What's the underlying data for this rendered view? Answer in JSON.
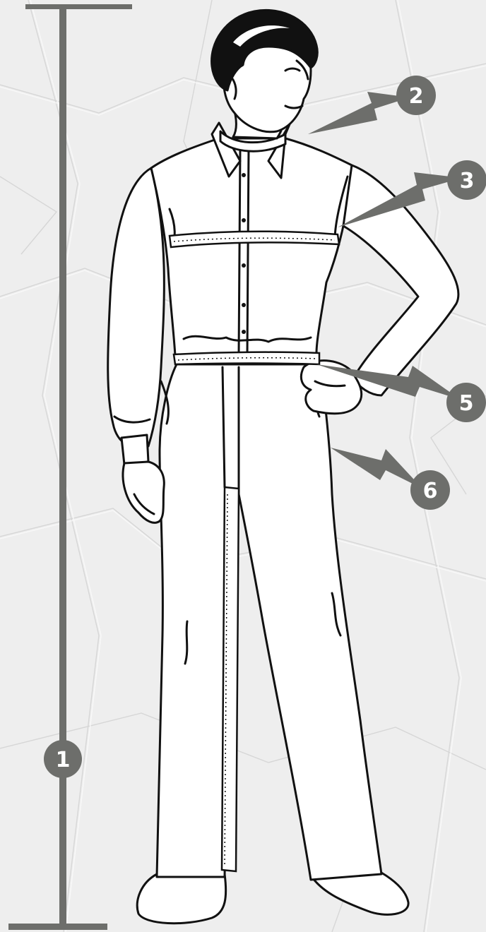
{
  "markers": [
    {
      "id": "height",
      "label": "1"
    },
    {
      "id": "neck",
      "label": "2"
    },
    {
      "id": "chest",
      "label": "3"
    },
    {
      "id": "waist",
      "label": "5"
    },
    {
      "id": "hips",
      "label": "6"
    }
  ],
  "colors": {
    "background": "#eeeeee",
    "paper_crease": "#d6d6d6",
    "marker_fill": "#6d6e6b",
    "measure_line": "#6d6e6b",
    "line_art": "#111111",
    "garment_fill": "#ffffff"
  }
}
